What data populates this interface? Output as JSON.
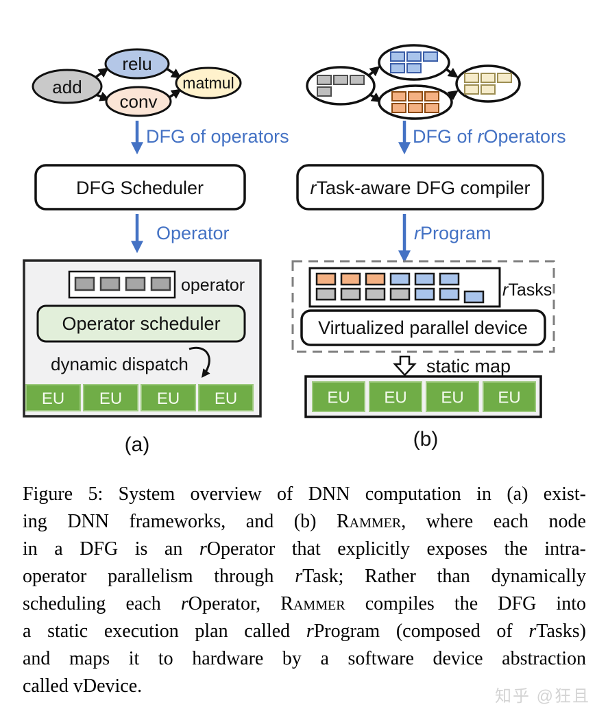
{
  "colors": {
    "blue_accent": "#4472c4",
    "panel_bg": "#f1f1f2",
    "green_eu": "#70ad47",
    "green_eu_edge": "#9dc97e",
    "green_scheduler_bg": "#e2efda",
    "node_add": "#c9c9c9",
    "node_relu": "#b4c7e7",
    "node_conv": "#fbe5d6",
    "node_matmul": "#fff2cc",
    "dashed_border": "#7f7f7f"
  },
  "tile_styles": {
    "orange": {
      "fill": "#f4b183",
      "stroke": "#8c4a10"
    },
    "blue": {
      "fill": "#a9c4eb",
      "stroke": "#3b5ea8"
    },
    "gray": {
      "fill": "#bfbfbf",
      "stroke": "#4d4d4d"
    },
    "yellow": {
      "fill": "#f6eccb",
      "stroke": "#9c8d52"
    }
  },
  "left_dfg": {
    "nodes": {
      "add": "add",
      "relu": "relu",
      "conv": "conv",
      "matmul": "matmul"
    },
    "flow_label": "DFG of operators"
  },
  "left_pipeline": {
    "scheduler_box": "DFG Scheduler",
    "arrow_label": "Operator"
  },
  "right_dfg": {
    "flow_label": [
      {
        "t": "DFG of "
      },
      {
        "t": "r",
        "s": "i"
      },
      {
        "t": "Operators"
      }
    ],
    "nodes": [
      {
        "name": "gray-rop-node",
        "color": "gray",
        "rows": [
          3,
          1
        ]
      },
      {
        "name": "blue-rop-node",
        "color": "blue",
        "rows": [
          3,
          2
        ]
      },
      {
        "name": "orange-rop-node",
        "color": "orange",
        "rows": [
          3,
          3
        ]
      },
      {
        "name": "yellow-rop-node",
        "color": "yellow",
        "rows": [
          3,
          2
        ]
      }
    ]
  },
  "right_pipeline": {
    "compiler_box": [
      {
        "t": "r",
        "s": "i"
      },
      {
        "t": "Task-aware DFG compiler"
      }
    ],
    "arrow_label": [
      {
        "t": "r",
        "s": "i"
      },
      {
        "t": "Program"
      }
    ]
  },
  "panel_a": {
    "operator_tiles": [
      "gray",
      "gray",
      "gray",
      "gray"
    ],
    "operator_label": "operator",
    "scheduler_label": "Operator scheduler",
    "dispatch_label": "dynamic dispatch",
    "eu_units": [
      "EU",
      "EU",
      "EU",
      "EU"
    ],
    "panel_tag": "(a)"
  },
  "panel_b": {
    "rtasks_rows": [
      [
        "orange",
        "orange",
        "orange",
        "blue",
        "blue",
        "blue"
      ],
      [
        "gray",
        "gray",
        "gray",
        "gray",
        "blue",
        "blue",
        "blue"
      ]
    ],
    "rtasks_label": [
      {
        "t": "r",
        "s": "i"
      },
      {
        "t": "Tasks"
      }
    ],
    "device_box": "Virtualized parallel device",
    "map_label": "static map",
    "eu_units": [
      "EU",
      "EU",
      "EU",
      "EU"
    ],
    "panel_tag": "(b)"
  },
  "caption": {
    "lines": [
      [
        {
          "t": "Figure 5: System overview of DNN computation in (a) exist-"
        }
      ],
      [
        {
          "t": "ing DNN frameworks, and (b) R"
        },
        {
          "t": "ammer",
          "s": "sc"
        },
        {
          "t": ", where each node"
        }
      ],
      [
        {
          "t": "in a DFG is an "
        },
        {
          "t": "r",
          "s": "i"
        },
        {
          "t": "Operator that explicitly exposes the intra-"
        }
      ],
      [
        {
          "t": "operator parallelism through "
        },
        {
          "t": "r",
          "s": "i"
        },
        {
          "t": "Task; Rather than dynamically"
        }
      ],
      [
        {
          "t": "scheduling each "
        },
        {
          "t": "r",
          "s": "i"
        },
        {
          "t": "Operator, R"
        },
        {
          "t": "ammer",
          "s": "sc"
        },
        {
          "t": " compiles the DFG into"
        }
      ],
      [
        {
          "t": "a static execution plan called "
        },
        {
          "t": "r",
          "s": "i"
        },
        {
          "t": "Program (composed of "
        },
        {
          "t": "r",
          "s": "i"
        },
        {
          "t": "Tasks)"
        }
      ],
      [
        {
          "t": "and maps it to hardware by a software device abstraction"
        }
      ],
      [
        {
          "t": "called vDevice."
        }
      ]
    ]
  },
  "watermark": {
    "text": "知乎 @狂且"
  }
}
